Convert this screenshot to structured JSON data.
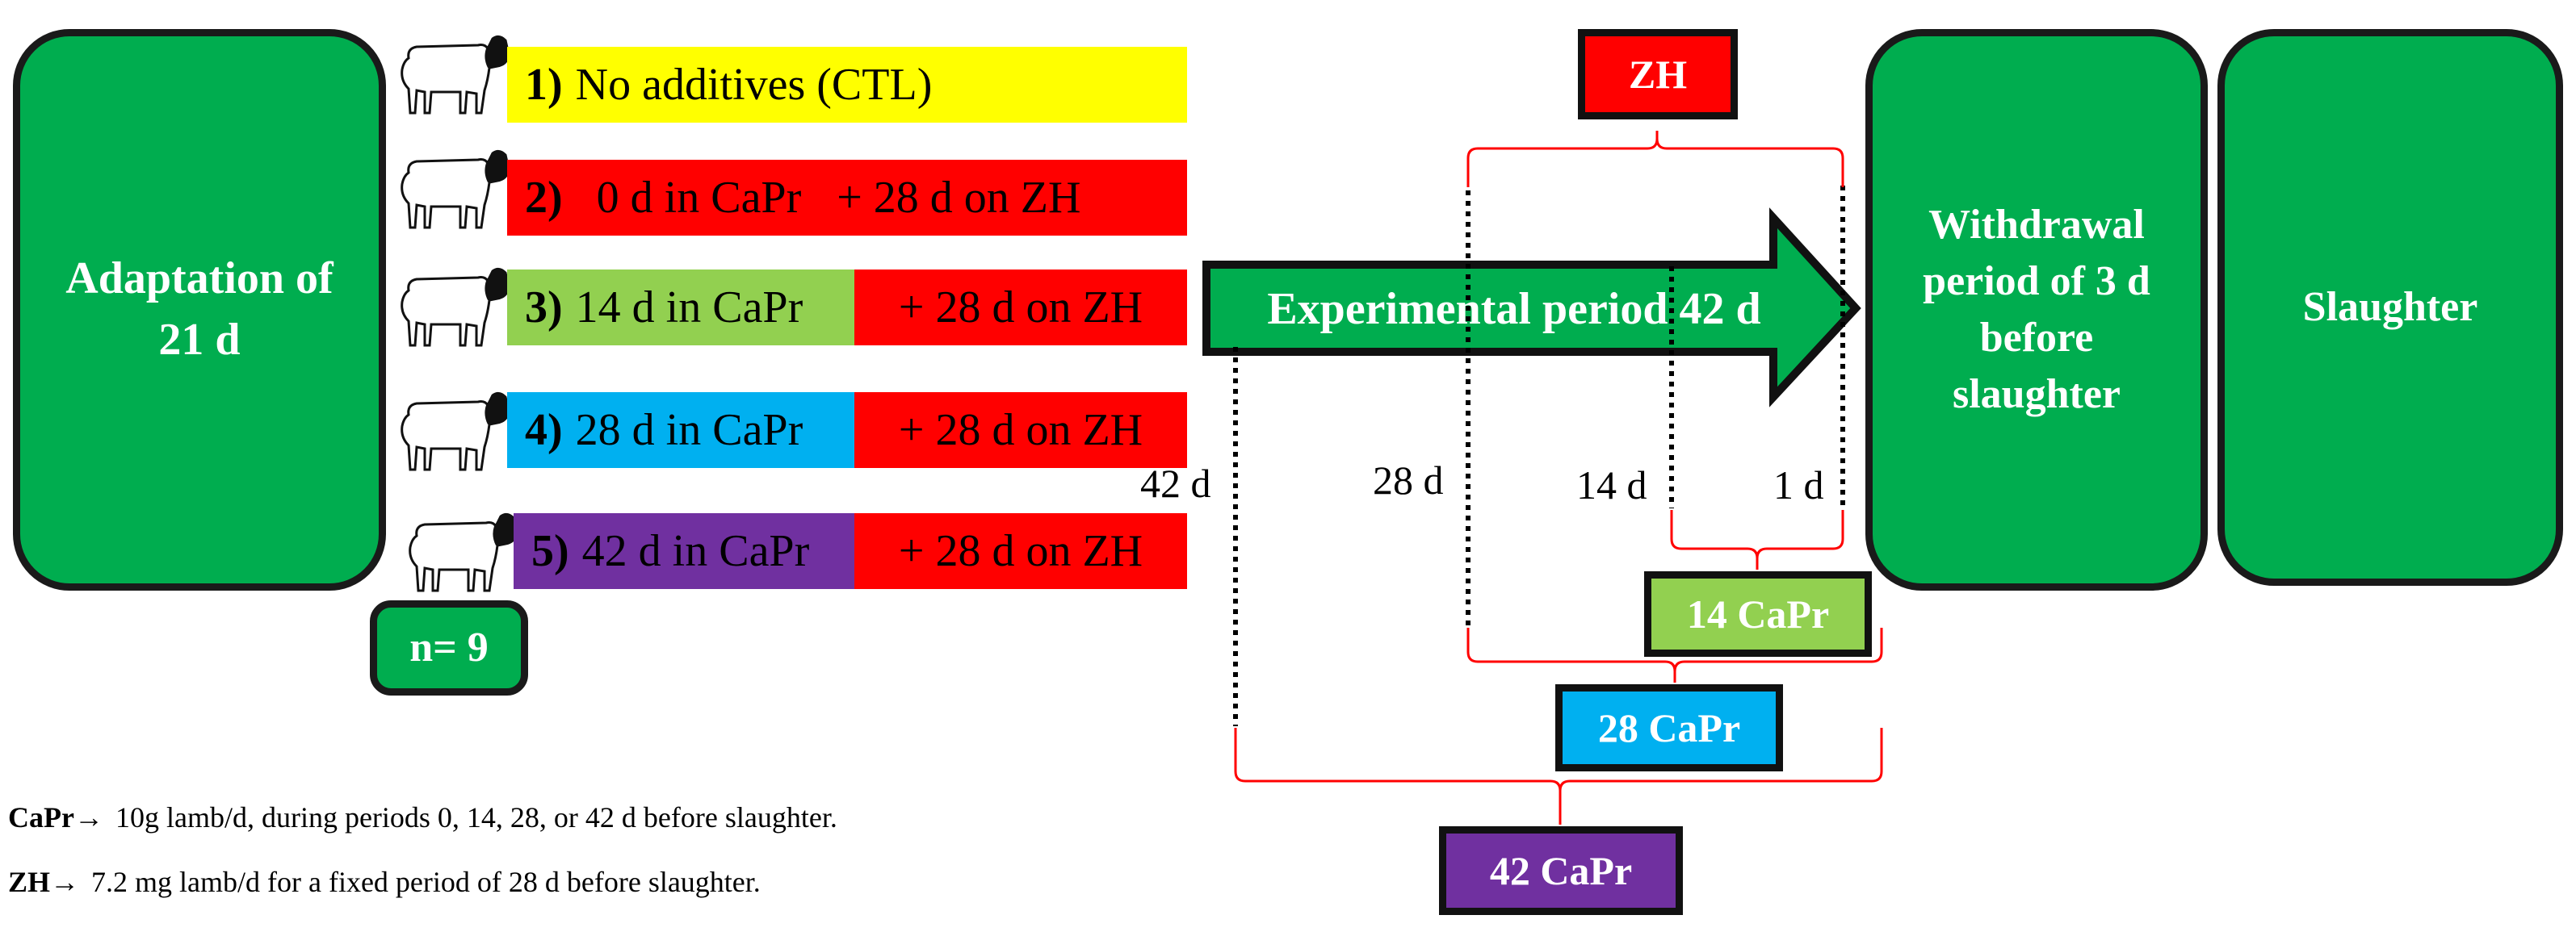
{
  "adaptation": "Adaptation of 21 d",
  "n_label": "n= 9",
  "groups": [
    {
      "num": "1)",
      "text": "No additives (CTL)",
      "color": "#ffff00"
    },
    {
      "num": "2)",
      "text": "0 d in CaPr",
      "zh": "+ 28 d on ZH",
      "color": "#ff0000"
    },
    {
      "num": "3)",
      "text": "14 d in CaPr",
      "zh": "+ 28 d on ZH",
      "color": "#92d050"
    },
    {
      "num": "4)",
      "text": "28 d in CaPr",
      "zh": "+ 28 d on ZH",
      "color": "#00b0f0"
    },
    {
      "num": "5)",
      "text": "42 d in CaPr",
      "zh": "+ 28 d on ZH",
      "color": "#7030a0"
    }
  ],
  "experimental_period": "Experimental period 42 d",
  "zh_tag": {
    "label": "ZH",
    "color": "#ff0000"
  },
  "day_labels": [
    "42 d",
    "28 d",
    "14 d",
    "1 d"
  ],
  "capr_tags": [
    {
      "label": "14 CaPr",
      "color": "#92d050"
    },
    {
      "label": "28 CaPr",
      "color": "#00b0f0"
    },
    {
      "label": "42 CaPr",
      "color": "#7030a0"
    }
  ],
  "withdrawal": "Withdrawal period of 3 d before slaughter",
  "slaughter": "Slaughter",
  "notes": [
    {
      "bold": "CaPr→",
      "text": "10g lamb/d, during periods 0, 14, 28, or 42 d before slaughter."
    },
    {
      "bold": "ZH→",
      "text": "7.2 mg lamb/d for a fixed period of 28 d before slaughter."
    }
  ],
  "colors": {
    "green": "#00ad4f",
    "bracket": "#ff0000",
    "outline": "#1a1a1a"
  }
}
